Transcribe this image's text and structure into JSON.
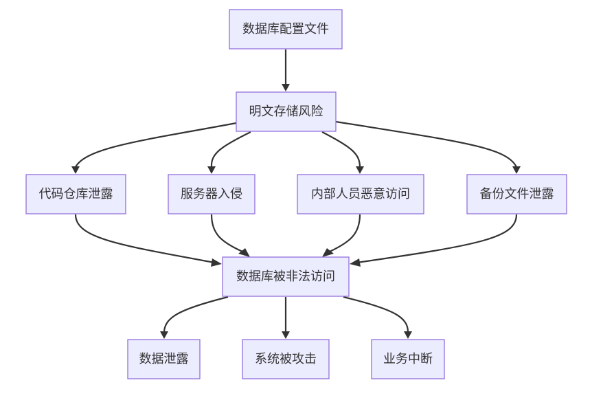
{
  "nodes": {
    "config_file": "数据库配置文件",
    "plaintext_risk": "明文存储风险",
    "repo_leak": "代码仓库泄露",
    "server_intrusion": "服务器入侵",
    "insider_access": "内部人员恶意访问",
    "backup_leak": "备份文件泄露",
    "db_unauthorized": "数据库被非法访问",
    "data_leak": "数据泄露",
    "system_attacked": "系统被攻击",
    "business_interrupt": "业务中断"
  },
  "edges": [
    {
      "from": "config_file",
      "to": "plaintext_risk"
    },
    {
      "from": "plaintext_risk",
      "to": "repo_leak"
    },
    {
      "from": "plaintext_risk",
      "to": "server_intrusion"
    },
    {
      "from": "plaintext_risk",
      "to": "insider_access"
    },
    {
      "from": "plaintext_risk",
      "to": "backup_leak"
    },
    {
      "from": "repo_leak",
      "to": "db_unauthorized"
    },
    {
      "from": "server_intrusion",
      "to": "db_unauthorized"
    },
    {
      "from": "insider_access",
      "to": "db_unauthorized"
    },
    {
      "from": "backup_leak",
      "to": "db_unauthorized"
    },
    {
      "from": "db_unauthorized",
      "to": "data_leak"
    },
    {
      "from": "db_unauthorized",
      "to": "system_attacked"
    },
    {
      "from": "db_unauthorized",
      "to": "business_interrupt"
    }
  ],
  "colors": {
    "node_fill": "#ececff",
    "node_border": "#9370db",
    "edge": "#333333",
    "text": "#333333"
  }
}
